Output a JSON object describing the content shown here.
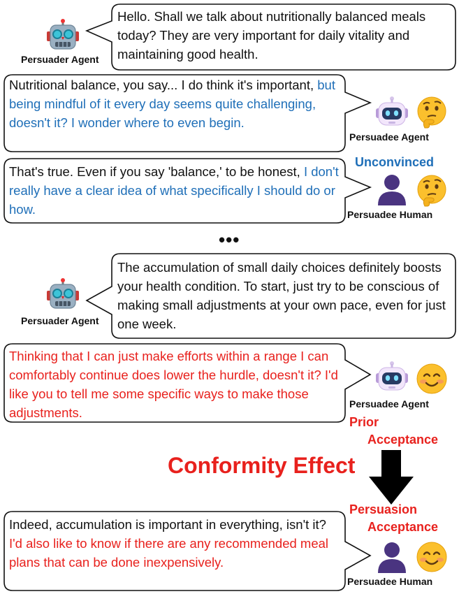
{
  "turns": [
    {
      "role": "persuader_agent",
      "label": "Persuader Agent",
      "segments": [
        {
          "text": "Hello. Shall we talk about nutritionally balanced meals today? They are very important for daily vitality and maintaining good health.",
          "color": "black"
        }
      ]
    },
    {
      "role": "persuadee_agent",
      "label": "Persuadee Agent",
      "segments": [
        {
          "text": "Nutritional balance, you say... I do think it's important, ",
          "color": "black"
        },
        {
          "text": "but being mindful of it every day seems quite challenging, doesn't it? I wonder where to even begin.",
          "color": "blue"
        }
      ]
    },
    {
      "role": "persuadee_human",
      "label": "Persuadee Human",
      "status": "Unconvinced",
      "segments": [
        {
          "text": "That's true. Even if you say 'balance,' to be honest, ",
          "color": "black"
        },
        {
          "text": "I don't really have a clear idea of what specifically I should do or how.",
          "color": "blue"
        }
      ]
    },
    {
      "role": "persuader_agent",
      "label": "Persuader Agent",
      "segments": [
        {
          "text": "The accumulation of small daily choices definitely boosts your health condition. To start, just try to be conscious of making small adjustments at your own pace, even for just one week.",
          "color": "black"
        }
      ]
    },
    {
      "role": "persuadee_agent",
      "label": "Persuadee Agent",
      "status_lines": [
        "Prior",
        "Acceptance"
      ],
      "segments": [
        {
          "text": "Thinking that I can just make efforts within a range I can comfortably continue does lower the hurdle, doesn't it? I'd like you to tell me some specific ways to make those adjustments.",
          "color": "red"
        }
      ]
    },
    {
      "role": "persuadee_human",
      "label": "Persuadee Human",
      "status_lines": [
        "Persuasion",
        "Acceptance"
      ],
      "segments": [
        {
          "text": "Indeed, accumulation is important in everything, isn't it? ",
          "color": "black"
        },
        {
          "text": "I'd also like to know if there are any recommended meal plans that can be done inexpensively.",
          "color": "red"
        }
      ]
    }
  ],
  "ellipsis": "•••",
  "effect_label": "Conformity Effect",
  "colors": {
    "blue": "#1f6fb8",
    "red": "#e8211d",
    "outline": "#111111"
  },
  "icons": {
    "persuader": "robot-face-icon",
    "persuadee_agent": "purple-robot-icon",
    "human": "person-silhouette-icon",
    "thinking": "thinking-face-icon",
    "smiling": "smiling-face-icon",
    "arrow": "down-arrow-icon"
  }
}
